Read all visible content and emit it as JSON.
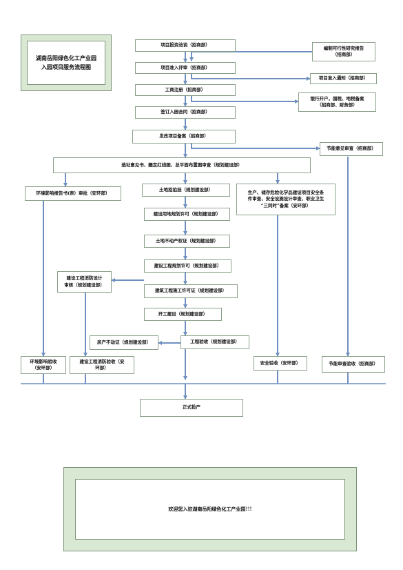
{
  "title": "湖南岳阳绿色化工产业园\n入园项目服务流程图",
  "welcome": "欢迎您入驻湖南岳阳绿色化工产业园!!!",
  "steps": {
    "investment": "项目投资洽谈（招商部）",
    "feasibility": "编制可行性研究报告\n（招商部）",
    "admission_review": "项目准入评审（招商部）",
    "admission_notice": "项目准入通知（招商部）",
    "business_reg": "工商注册（招商部）",
    "bank_tax": "银行开户，国税、地税备案\n（招商部、财务部）",
    "contract": "签订入园合同（招商部）",
    "filing": "发改项目备案（招商部）",
    "energy_review": "节能意见审查（招商部）",
    "site_review": "选址意见书、圈定红线图、总平面布置图审查（规划建设部）",
    "env_report": "环境影响报告书(表）审批（安环部）",
    "land_auction": "土地招拍挂（规划建设部）",
    "safety_review": "生产、储存危险化学品建设项目安全条\n件审查、安全设施设计审查、职业卫生\n“三同时”备案（安环部）",
    "land_permit": "建设用地规划许可（规划建设部）",
    "land_cert": "土地不动产权证（规划建设部）",
    "eng_permit": "建设工程规划许可（规划建设部）",
    "fire_design": "建设工程消防设计\n审核（规划建设部）",
    "construction_permit": "建筑工程施工许可证（规划建设部）",
    "start": "开工建设（规划建设部）",
    "property_cert": "房产不动证（规划建设部）",
    "acceptance": "工程验收（规划建设部）",
    "env_accept": "环境影响验收\n（安环部）",
    "fire_accept": "建设工程消防验收（安\n环部）",
    "safety_accept": "安全验收（安环部）",
    "energy_accept": "节能审查验收（招商部）",
    "production": "正式投产"
  },
  "colors": {
    "arrow": "#6e8fbf",
    "border": "#8aa08a"
  }
}
